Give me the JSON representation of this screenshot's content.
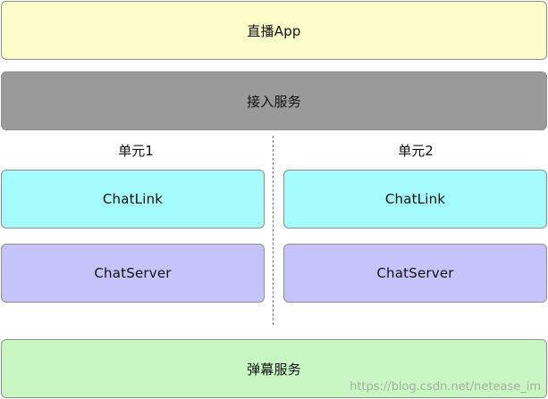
{
  "layers": {
    "top": {
      "label": "直播App",
      "color": "#fdfdc9"
    },
    "access": {
      "label": "接入服务",
      "color": "#9a9a9a"
    },
    "bottom": {
      "label": "弹幕服务",
      "color": "#c9f7c4"
    }
  },
  "units": [
    {
      "title": "单元1",
      "chatlink": "ChatLink",
      "chatserver": "ChatServer"
    },
    {
      "title": "单元2",
      "chatlink": "ChatLink",
      "chatserver": "ChatServer"
    }
  ],
  "colors": {
    "chatlink": "#a4fbfb",
    "chatserver": "#c4c4fb"
  },
  "watermark": "https://blog.csdn.net/netease_im"
}
